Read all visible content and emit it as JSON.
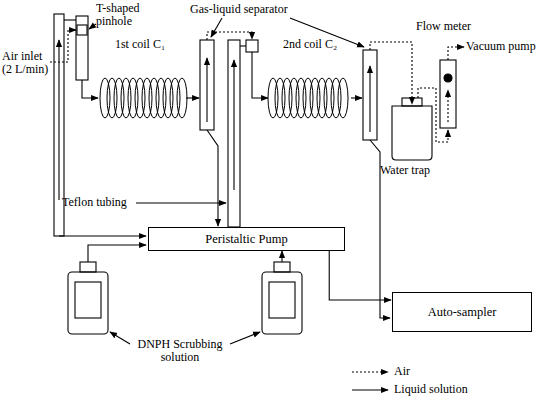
{
  "diagram": {
    "nodes": [
      {
        "text": [
          "Peristaltic Pump"
        ]
      },
      {
        "text": [
          "Auto-sampler"
        ]
      }
    ],
    "edges": [
      {
        "from": 0,
        "to": 1,
        "arrow": "to"
      }
    ],
    "labels": [
      "T-shaped pinhole",
      "Gas-liquid separator",
      "Air inlet (2 L/min)",
      "1st coil C₁",
      "2nd coil C₂",
      "Teflon tubing",
      "Flow meter",
      "Vacuum pump",
      "Water trap",
      "DNPH Scrubbing solution"
    ],
    "legend": [
      {
        "text": "Air"
      },
      {
        "text": "Liquid solution"
      }
    ]
  }
}
